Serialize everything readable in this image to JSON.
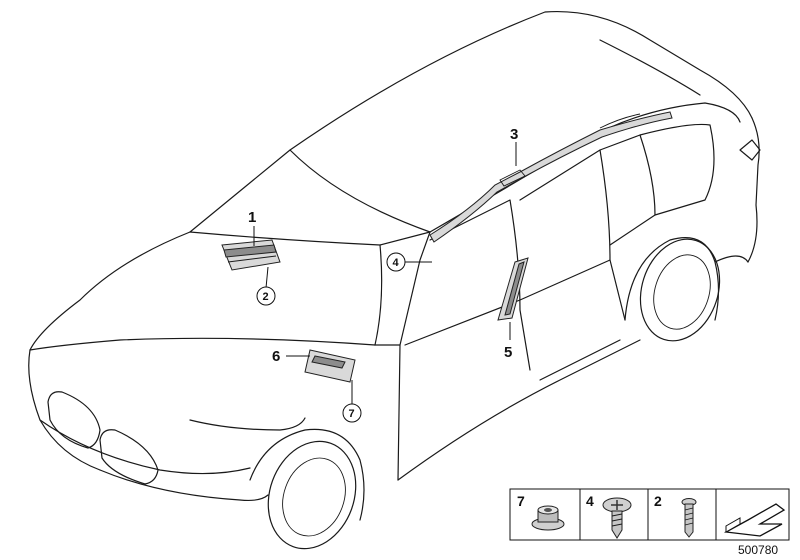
{
  "parts": {
    "p1": "1",
    "p2": "2",
    "p3": "3",
    "p4": "4",
    "p5": "5",
    "p6": "6",
    "p7": "7"
  },
  "legend": {
    "item_a": "7",
    "item_b": "4",
    "item_c": "2"
  },
  "doc_number": "500780"
}
